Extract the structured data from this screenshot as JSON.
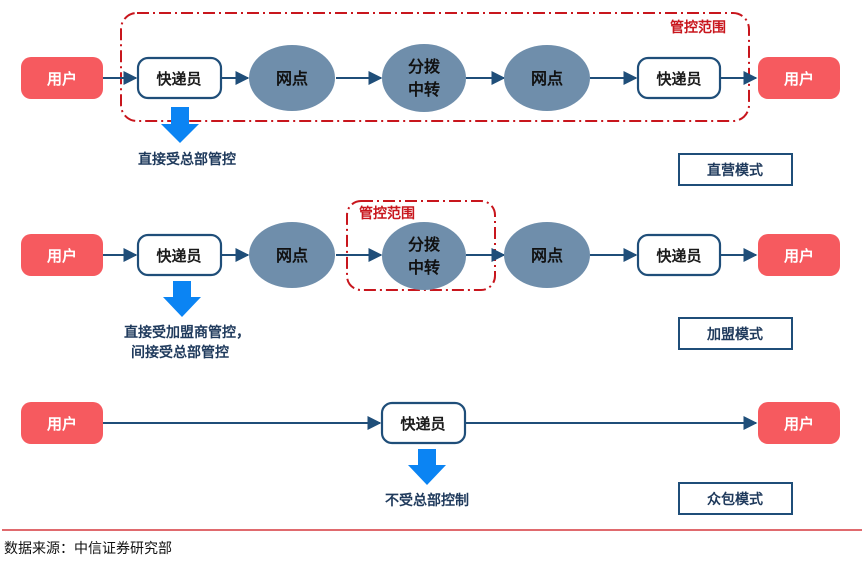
{
  "diagram": {
    "rows": [
      {
        "mode_label": "直营模式",
        "scope_label": "管控范围",
        "nodes": [
          "用户",
          "快递员",
          "网点",
          "分拨中转",
          "网点",
          "快递员",
          "用户"
        ],
        "hub_lines": [
          "分拨",
          "中转"
        ],
        "note_lines": [
          "直接受总部管控"
        ]
      },
      {
        "mode_label": "加盟模式",
        "scope_label": "管控范围",
        "nodes": [
          "用户",
          "快递员",
          "网点",
          "分拨中转",
          "网点",
          "快递员",
          "用户"
        ],
        "hub_lines": [
          "分拨",
          "中转"
        ],
        "note_lines": [
          "直接受加盟商管控，",
          "间接受总部管控"
        ]
      },
      {
        "mode_label": "众包模式",
        "nodes": [
          "用户",
          "快递员",
          "用户"
        ],
        "note_lines": [
          "不受总部控制"
        ]
      }
    ],
    "labels": {
      "user": "用户",
      "courier": "快递员",
      "outlet": "网点",
      "hub_line1": "分拨",
      "hub_line2": "中转"
    },
    "colors": {
      "user": "#f65a5f",
      "node": "#6f8eab",
      "border": "#1f4e79",
      "scope": "#c8161d",
      "down_arrow": "#0b84f3"
    }
  },
  "source": "数据来源：中信证券研究部"
}
